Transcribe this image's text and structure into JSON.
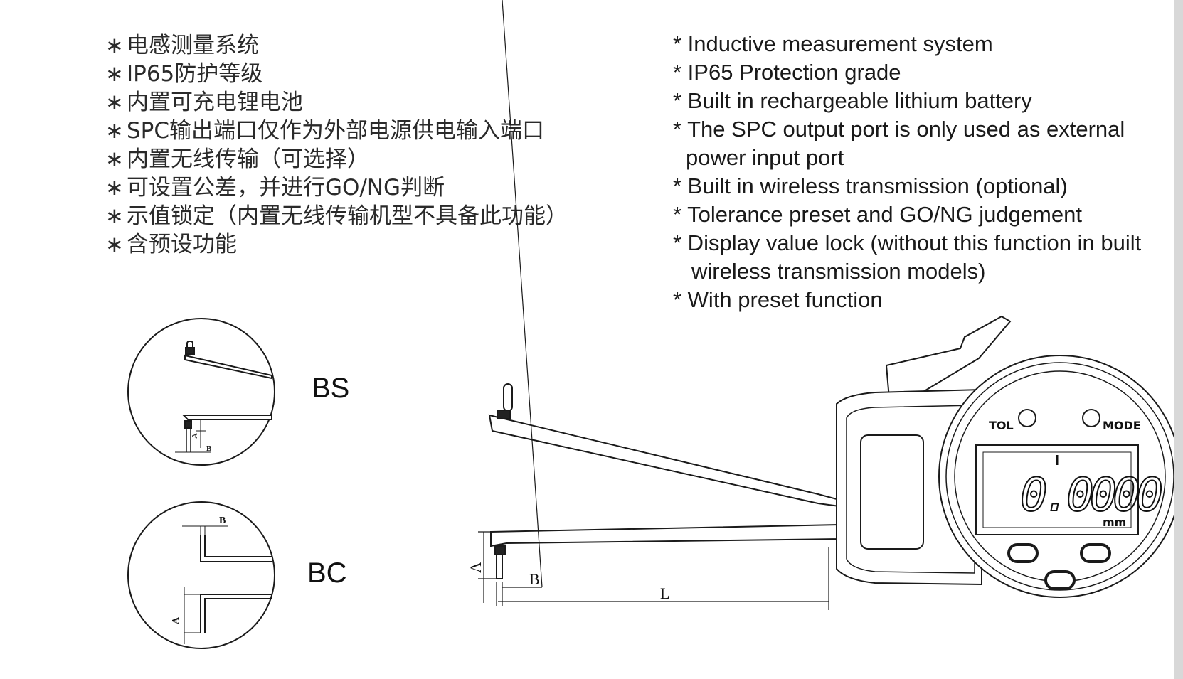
{
  "features_cn": [
    "电感测量系统",
    "IP65防护等级",
    "内置可充电锂电池",
    "SPC输出端口仅作为外部电源供电输入端口",
    "内置无线传输（可选择）",
    "可设置公差，并进行GO/NG判断",
    "示值锁定（内置无线传输机型不具备此功能）",
    "含预设功能"
  ],
  "bullet_cn": "∗",
  "features_en": [
    "* Inductive measurement system",
    "* IP65 Protection grade",
    "* Built in rechargeable lithium battery",
    "* The SPC output port is only used as external",
    "power input port",
    "* Built in wireless transmission (optional)",
    "* Tolerance preset and GO/NG judgement",
    "* Display value lock (without this function in built",
    "wireless transmission models)",
    "* With preset function"
  ],
  "diagram": {
    "type_bs": "BS",
    "type_bc": "BC",
    "dim_a": "A",
    "dim_b": "B",
    "dim_l": "L",
    "btn_tol": "TOL",
    "btn_mode": "MODE",
    "display_value": "0.0000",
    "display_unit": "mm"
  }
}
